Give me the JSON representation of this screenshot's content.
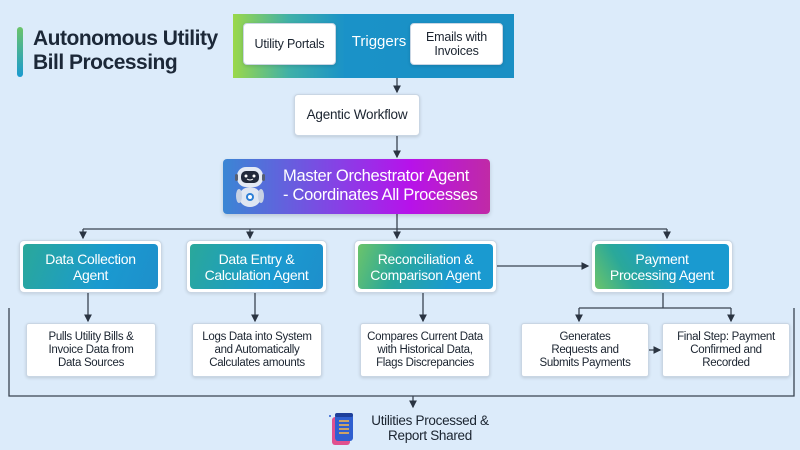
{
  "title": "Autonomous Utility Bill Processing",
  "title_lines": [
    "Autonomous Utility",
    "Bill Processing"
  ],
  "triggers": {
    "label": "Triggers",
    "left": "Utility Portals",
    "right": "Emails with Invoices"
  },
  "workflow": "Agentic Workflow",
  "master": {
    "line1": "Master Orchestrator Agent",
    "line2": "- Coordinates All Processes",
    "icon": "robot-icon"
  },
  "agents": [
    {
      "label": "Data Collection Agent",
      "desc": "Pulls Utility Bills & Invoice Data from Data Sources"
    },
    {
      "label": "Data Entry & Calculation Agent",
      "desc": "Logs Data into System and Automatically Calculates amounts"
    },
    {
      "label": "Reconciliation & Comparison Agent",
      "desc": "Compares Current Data with Historical Data, Flags Discrepancies"
    },
    {
      "label": "Payment Processing Agent",
      "desc": "Generates Requests and Submits Payments",
      "desc2": "Final Step: Payment Confirmed and Recorded"
    }
  ],
  "output": {
    "label": "Utilities Processed & Report Shared",
    "icon": "document-scroll-icon"
  },
  "colors": {
    "background": "#dcebfa",
    "agent_gradient": [
      "#2aa89a",
      "#1e8fcb"
    ],
    "master_gradient": [
      "#3a86d4",
      "#b712ea",
      "#c02aa6"
    ],
    "trigger_gradient": [
      "#9bd84a",
      "#1a8fc4"
    ]
  }
}
